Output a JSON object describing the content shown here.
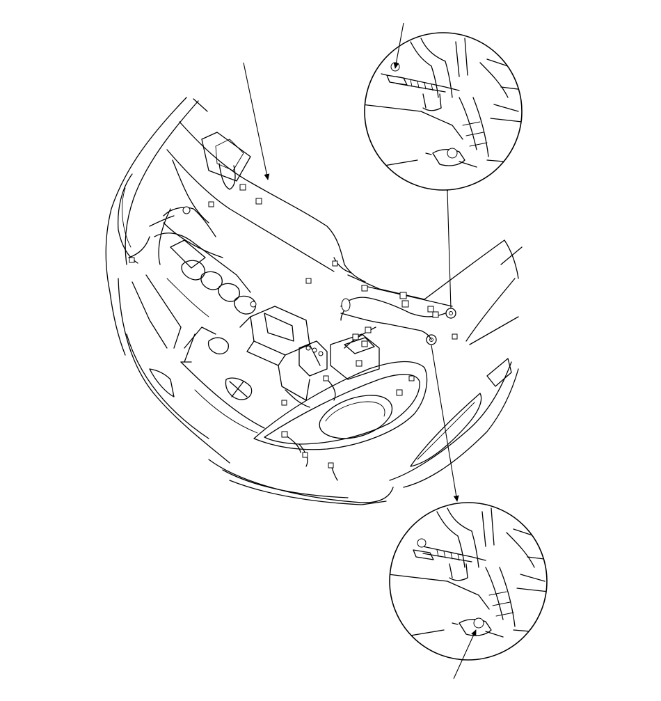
{
  "diagram": {
    "kind": "exploded-view",
    "subject": "engine-compartment-wire-harness",
    "callout_labels": [],
    "detail_views": [
      "ground-terminal-upper",
      "ground-terminal-lower"
    ],
    "colors": {
      "line": "#000000",
      "background": "#ffffff"
    }
  }
}
